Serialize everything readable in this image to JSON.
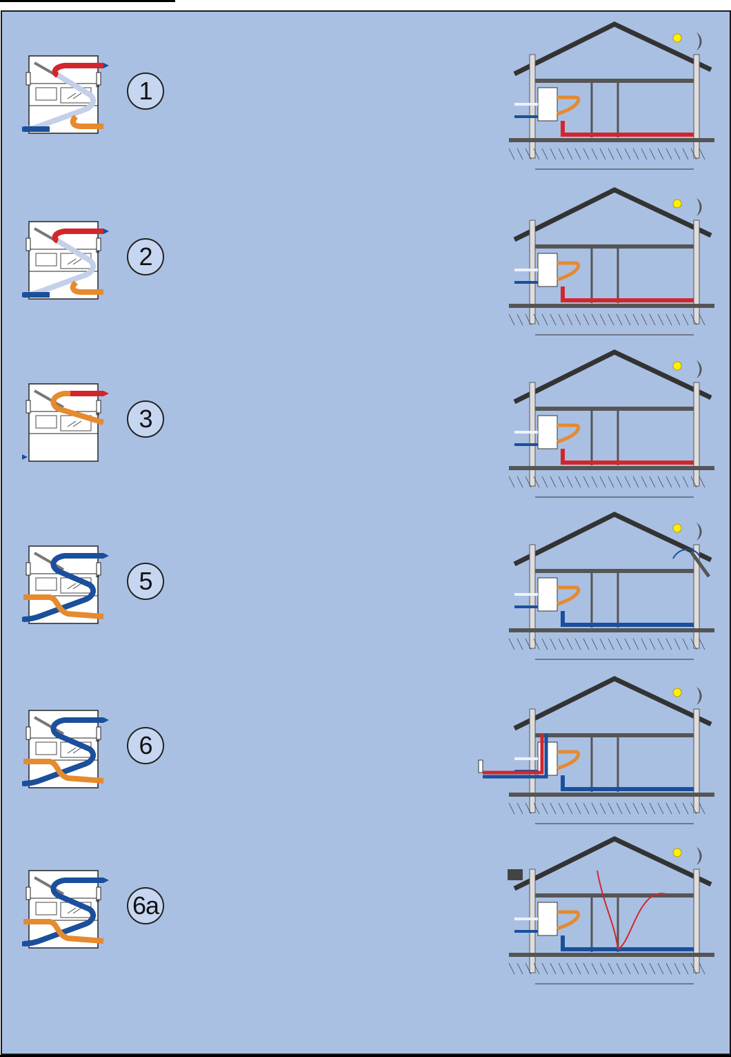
{
  "modes": [
    {
      "label": "1",
      "unit_variant": "heat-recovery",
      "house_variant": "recovery"
    },
    {
      "label": "2",
      "unit_variant": "heat-recovery",
      "house_variant": "recovery-recirc"
    },
    {
      "label": "3",
      "unit_variant": "recirculation",
      "house_variant": "recirc"
    },
    {
      "label": "5",
      "unit_variant": "cooling",
      "house_variant": "cooling-window"
    },
    {
      "label": "6",
      "unit_variant": "cooling",
      "house_variant": "ground-loop"
    },
    {
      "label": "6a",
      "unit_variant": "cooling-aux",
      "house_variant": "aux-heater"
    }
  ],
  "colors": {
    "background": "#a9c0e3",
    "warm_red": "#d3262b",
    "warm_orange": "#e68a2e",
    "cold_blue": "#1a4f9c",
    "exhaust_grey": "#e8ecf4",
    "wall_grey": "#555555",
    "sun_yellow": "#fff200",
    "moon_grey": "#555555"
  },
  "icons": [
    "sun-icon",
    "moon-icon",
    "heat-exchanger-unit-icon",
    "house-section-icon"
  ]
}
